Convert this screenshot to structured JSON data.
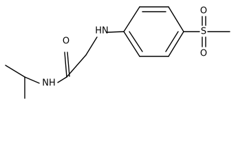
{
  "molecule": {
    "atoms": {
      "oxygen_carbonyl": "O",
      "nh_amine": "HN",
      "nh_amide": "NH",
      "sulfur": "S",
      "oxygen_sulfonyl_top": "O",
      "oxygen_sulfonyl_bottom": "O"
    }
  },
  "colors": {
    "ink": "#000000",
    "background": "#ffffff"
  }
}
